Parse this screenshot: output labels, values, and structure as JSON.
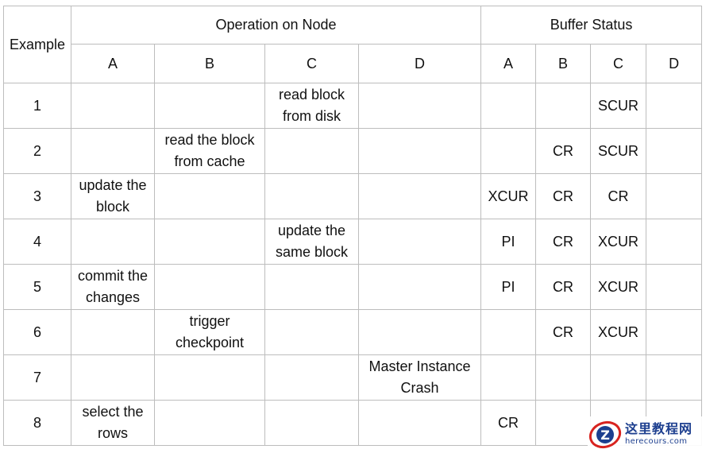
{
  "table": {
    "example_header": "Example",
    "operation_header": "Operation on Node",
    "buffer_header": "Buffer Status",
    "operation_nodes": [
      "A",
      "B",
      "C",
      "D"
    ],
    "buffer_nodes": [
      "A",
      "B",
      "C",
      "D"
    ],
    "rows": [
      {
        "example": "1",
        "op": [
          "",
          "",
          "read block from disk",
          ""
        ],
        "buf": [
          "",
          "",
          "SCUR",
          ""
        ]
      },
      {
        "example": "2",
        "op": [
          "",
          "read the block from cache",
          "",
          ""
        ],
        "buf": [
          "",
          "CR",
          "SCUR",
          ""
        ]
      },
      {
        "example": "3",
        "op": [
          "update the block",
          "",
          "",
          ""
        ],
        "buf": [
          "XCUR",
          "CR",
          "CR",
          ""
        ]
      },
      {
        "example": "4",
        "op": [
          "",
          "",
          "update the same block",
          ""
        ],
        "buf": [
          "PI",
          "CR",
          "XCUR",
          ""
        ]
      },
      {
        "example": "5",
        "op": [
          "commit the changes",
          "",
          "",
          ""
        ],
        "buf": [
          "PI",
          "CR",
          "XCUR",
          ""
        ]
      },
      {
        "example": "6",
        "op": [
          "",
          "trigger checkpoint",
          "",
          ""
        ],
        "buf": [
          "",
          "CR",
          "XCUR",
          ""
        ]
      },
      {
        "example": "7",
        "op": [
          "",
          "",
          "",
          "Master Instance Crash"
        ],
        "buf": [
          "",
          "",
          "",
          ""
        ]
      },
      {
        "example": "8",
        "op": [
          "select the rows",
          "",
          "",
          ""
        ],
        "buf": [
          "CR",
          "",
          "",
          ""
        ]
      }
    ]
  },
  "watermark": {
    "logo_letter": "Z",
    "site_name": "这里教程网",
    "url": "herecours.com"
  },
  "colors": {
    "border": "#bdbdbd",
    "text": "#111111",
    "watermark_blue": "#1d3f8f",
    "watermark_red": "#d8231f"
  }
}
